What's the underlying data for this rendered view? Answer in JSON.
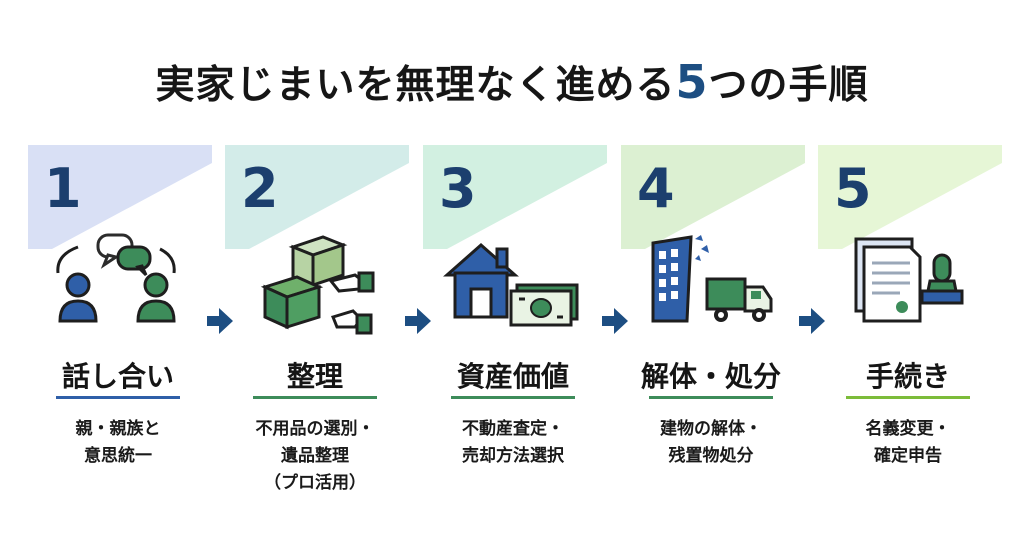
{
  "title": {
    "text": "実家じまいを無理なく進める",
    "highlight": "5",
    "suffix": "つの手順"
  },
  "steps": [
    {
      "number": "1",
      "label": "話し合い",
      "desc": [
        "親・親族と",
        "意思統一"
      ],
      "banner_color": "#d9e0f5",
      "accent": "#2f5fa8"
    },
    {
      "number": "2",
      "label": "整理",
      "desc": [
        "不用品の選別・",
        "遺品整理",
        "（プロ活用）"
      ],
      "banner_color": "#d3ece9",
      "accent": "#3d8c5a"
    },
    {
      "number": "3",
      "label": "資産価値",
      "desc": [
        "不動産査定・",
        "売却方法選択"
      ],
      "banner_color": "#d2f0e1",
      "accent": "#3d8c5a"
    },
    {
      "number": "4",
      "label": "解体・処分",
      "desc": [
        "建物の解体・",
        "残置物処分"
      ],
      "banner_color": "#dcf0d2",
      "accent": "#3d8c5a"
    },
    {
      "number": "5",
      "label": "手続き",
      "desc": [
        "名義変更・",
        "確定申告"
      ],
      "banner_color": "#e6f6d6",
      "accent": "#7cbc3a"
    }
  ],
  "icons": [
    "chat-people-icon",
    "boxes-hands-icon",
    "house-money-icon",
    "building-demolition-truck-icon",
    "document-stamp-icon"
  ]
}
